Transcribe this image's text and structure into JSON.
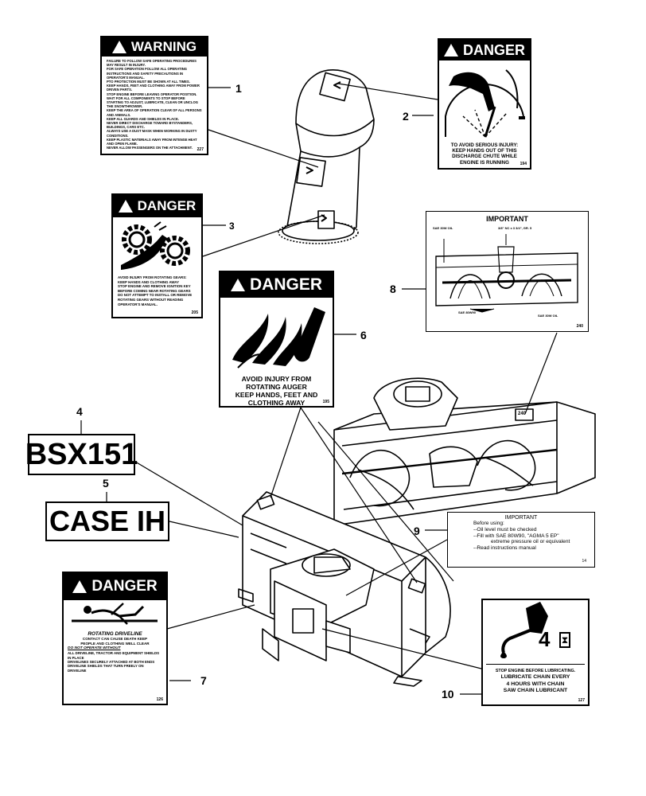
{
  "decals": {
    "d1": {
      "header": "WARNING",
      "lines": [
        "FAILURE TO FOLLOW SAFE OPERATING PROCEDURES MAY RESULT IN INJURY.",
        "FOR SAFE OPERATION FOLLOW ALL OPERATING INSTRUCTIONS AND SAFETY PRECAUTIONS IN OPERATOR'S MANUAL.",
        "PTO PROTECTION MUST BE SHOWN AT ALL TIMES.",
        "KEEP HANDS, FEET AND CLOTHING AWAY FROM POWER DRIVEN PARTS.",
        "STOP ENGINE BEFORE LEAVING OPERATOR POSITION.",
        "WAIT FOR ALL COMPONENTS TO STOP BEFORE STARTING TO ADJUST, LUBRICATE, CLEAN OR UNCLOG THE SNOWTHROWER.",
        "KEEP THE AREA OF OPERATION CLEAR OF ALL PERSONS AND ANIMALS.",
        "KEEP ALL GUARDS AND SHIELDS IN PLACE.",
        "NEVER DIRECT DISCHARGE TOWARD BYSTANDERS, BUILDINGS, CARS ETC.",
        "ALWAYS USE A DUST MASK WHEN WORKING IN DUSTY CONDITIONS.",
        "KEEP PLASTIC MATERIALS AWAY FROM INTENSE HEAT AND OPEN FLAME.",
        "NEVER ALLOW PASSENGERS ON THE ATTACHMENT."
      ],
      "code": "227"
    },
    "d2": {
      "header": "DANGER",
      "lines": [
        "TO AVOID SERIOUS INJURY:",
        "KEEP HANDS OUT OF THIS",
        "DISCHARGE CHUTE WHILE",
        "ENGINE IS RUNNING"
      ],
      "code": "194"
    },
    "d3": {
      "header": "DANGER",
      "lines": [
        "AVOID INJURY FROM ROTATING GEARS:",
        "KEEP HANDS AND CLOTHING AWAY",
        "STOP ENGINE AND REMOVE IGNITION KEY BEFORE COMING NEAR ROTATING GEARS",
        "DO NOT ATTEMPT TO INSTALL OR REMOVE ROTATING GEARS WITHOUT READING OPERATOR'S MANUAL."
      ],
      "code": "205"
    },
    "d6": {
      "header": "DANGER",
      "lines": [
        "AVOID INJURY FROM",
        "ROTATING AUGER",
        "KEEP HANDS, FEET AND",
        "CLOTHING AWAY"
      ],
      "code": "195"
    },
    "d7": {
      "header": "DANGER",
      "title": "ROTATING DRIVELINE",
      "lines": [
        "CONTACT CAN CAUSE DEATH KEEP",
        "PEOPLE AND CLOTHING WELL CLEAR"
      ],
      "sub": "DO NOT OPERATE WITHOUT",
      "bullets": [
        "ALL DRIVELINE, TRACTOR AND EQUIPMENT SHIELDS IN PLACE",
        "DRIVELINES SECURELY ATTACHED AT BOTH ENDS",
        "DRIVELINE SHIELDS THAT TURN FREELY ON DRIVELINE"
      ],
      "code": "126"
    },
    "d8": {
      "header": "IMPORTANT",
      "callouts": [
        "SAE 30W OIL",
        "3/8\" NC x 3 3/4\", GR. 5",
        "SAE 80W90",
        "SAE 30W OIL"
      ],
      "code": "240"
    },
    "d9": {
      "header": "IMPORTANT",
      "lines": [
        "Before using:",
        "--Oil level must be checked",
        "--Fill with SAE 80W90, \"AGMA 5 EP\"",
        "extreme pressure oil or equivalent",
        "--Read instructions manual"
      ],
      "code": "14"
    },
    "d10": {
      "symbol": "4",
      "lines": [
        "STOP ENGINE BEFORE LUBRICATING.",
        "LUBRICATE CHAIN EVERY",
        "4 HOURS WITH CHAIN",
        "SAW CHAIN LUBRICANT"
      ],
      "code": "127"
    },
    "d4": {
      "text": "BSX151"
    },
    "d5": {
      "text": "CASE IH"
    }
  },
  "callout_numbers": [
    "1",
    "2",
    "3",
    "4",
    "5",
    "6",
    "7",
    "8",
    "9",
    "10"
  ],
  "unit_decal_label": "240"
}
